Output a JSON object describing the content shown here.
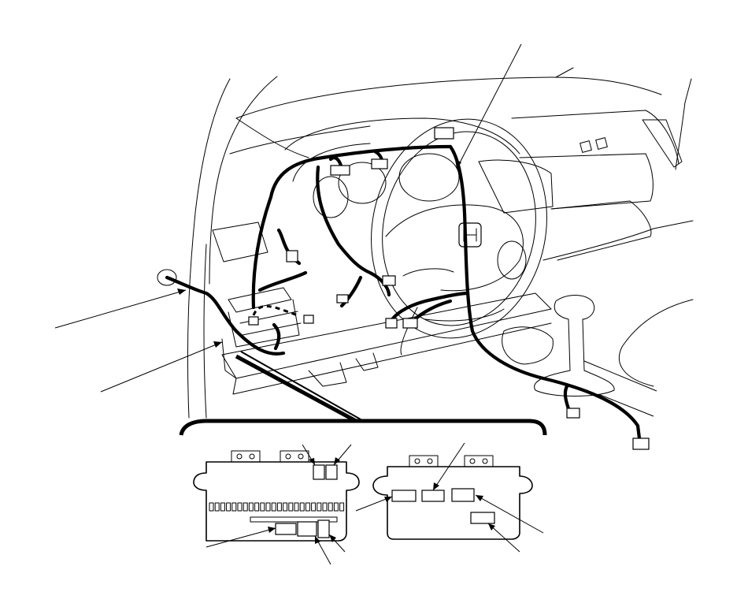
{
  "diagram": {
    "subject": "dashboard-wire-harness",
    "callouts": [
      {
        "id": "harness-upper"
      },
      {
        "id": "harness-left-grommet"
      },
      {
        "id": "harness-left-lower"
      },
      {
        "id": "harness-right-floor"
      },
      {
        "id": "fusebox-connector-a"
      },
      {
        "id": "fusebox-connector-b"
      },
      {
        "id": "fusebox-connector-c"
      },
      {
        "id": "fusebox-connector-d"
      },
      {
        "id": "relay-box-connector-a"
      },
      {
        "id": "relay-box-connector-b"
      },
      {
        "id": "relay-box-connector-c"
      },
      {
        "id": "relay-box-connector-d"
      }
    ],
    "inset": {
      "count": 2
    },
    "fuse_cells": 24
  }
}
